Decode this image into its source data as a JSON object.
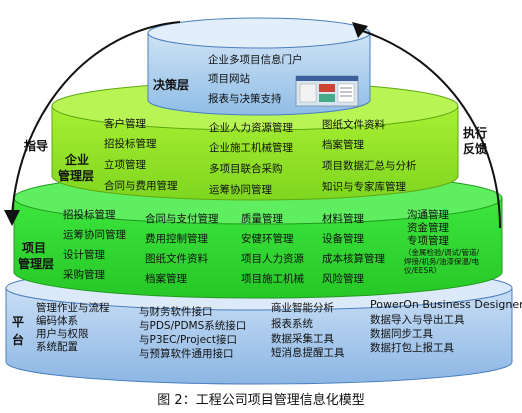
{
  "caption": "图 2：工程公司项目管理信息化模型",
  "indicators": {
    "left": "指导",
    "right_line1": "执行",
    "right_line2": "反馈"
  },
  "layers": {
    "decision": {
      "label": "决策层",
      "items": [
        "企业多项目信息门户",
        "项目网站",
        "报表与决策支持"
      ]
    },
    "enterprise": {
      "label_line1": "企业",
      "label_line2": "管理层",
      "col1": [
        "客户管理",
        "招投标管理",
        "立项管理",
        "合同与费用管理"
      ],
      "col2": [
        "企业人力资源管理",
        "企业施工机械管理",
        "多项目联合采购",
        "运筹协同管理"
      ],
      "col3": [
        "图纸文件资料",
        "档案管理",
        "项目数据汇总与分析",
        "知识与专家库管理"
      ]
    },
    "project": {
      "label_line1": "项目",
      "label_line2": "管理层",
      "col1": [
        "招投标管理",
        "运筹协同管理",
        "设计管理",
        "采购管理"
      ],
      "col2": [
        "合同与支付管理",
        "费用控制管理",
        "图纸文件资料",
        "档案管理"
      ],
      "col3": [
        "质量管理",
        "安健环管理",
        "项目人力资源",
        "项目施工机械"
      ],
      "col4": [
        "材料管理",
        "设备管理",
        "成本核算管理",
        "风险管理"
      ],
      "col5": [
        "沟通管理",
        "资金管理",
        "专项管理"
      ],
      "col5_note": [
        "（金属检验/调试/管道/",
        "焊接/机务/油漆保温/电",
        "仪/EESR）"
      ]
    },
    "platform": {
      "label_line1": "平",
      "label_line2": "台",
      "col1": [
        "管理作业与流程",
        "编码体系",
        "用户与权限",
        "系统配置"
      ],
      "col2": [
        "与财务软件接口",
        "与PDS/PDMS系统接口",
        "与P3EC/Project接口",
        "与预算软件通用接口"
      ],
      "col3": [
        "商业智能分析",
        "报表系统",
        "数据采集工具",
        "短消息提醒工具"
      ],
      "col4_title": "PowerOn Business Designer",
      "col4": [
        "数据导入与导出工具",
        "数据同步工具",
        "数据打包上报工具"
      ]
    }
  }
}
